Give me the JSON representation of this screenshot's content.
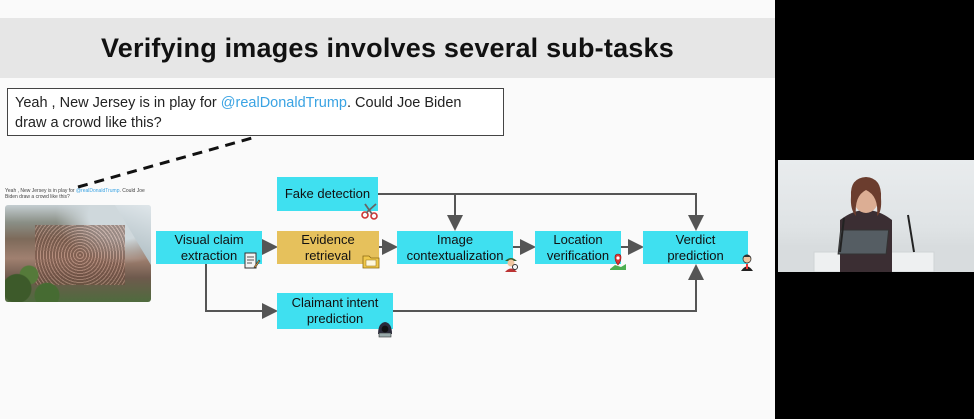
{
  "slide": {
    "title": "Verifying images involves several sub-tasks"
  },
  "tweet": {
    "text_before": "Yeah , New Jersey is in play for ",
    "handle": "@realDonaldTrump",
    "text_after": ". Could Joe Biden draw a crowd like this?"
  },
  "thumbnail": {
    "caption_before": "Yeah , New Jersey is in play for ",
    "caption_handle": "@realDonaldTrump",
    "caption_after": ". Could Joe Biden draw a crowd like this?"
  },
  "nodes": {
    "visual_claim": "Visual claim extraction",
    "fake_detection": "Fake detection",
    "evidence_retrieval": "Evidence retrieval",
    "image_context": "Image contextualization",
    "location_verification": "Location verification",
    "verdict_prediction": "Verdict prediction",
    "claimant_intent": "Claimant intent prediction"
  },
  "colors": {
    "node_fill": "#3fe0f0",
    "highlight_fill": "#e6c15c",
    "handle": "#3aa3e3"
  },
  "icons": {
    "visual_claim": "document-pencil-icon",
    "fake_detection": "scissors-icon",
    "evidence_retrieval": "folder-icon",
    "image_context": "detective-icon",
    "location_verification": "map-pin-icon",
    "verdict_prediction": "judge-icon",
    "claimant_intent": "hacker-icon"
  }
}
